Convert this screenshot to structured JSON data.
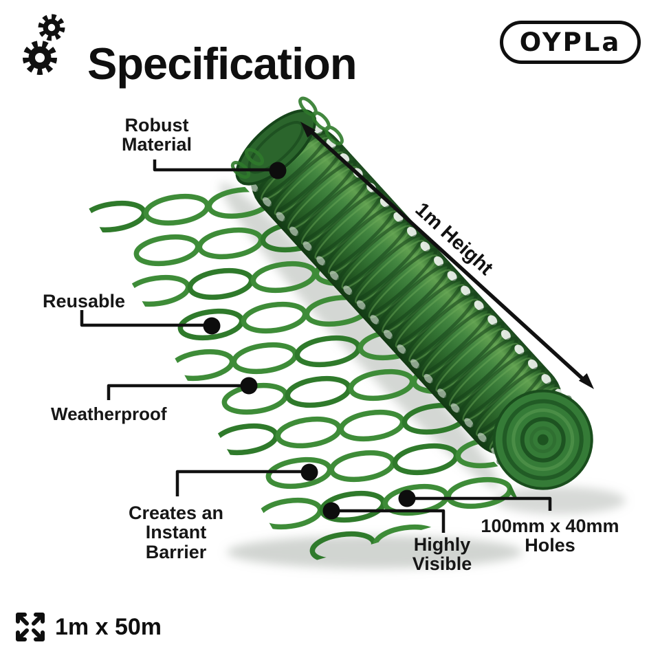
{
  "header": {
    "title": "Specification",
    "logo": "OYPLa"
  },
  "callouts": {
    "robust": [
      "Robust",
      "Material"
    ],
    "reusable": "Reusable",
    "weatherproof": "Weatherproof",
    "barrier": [
      "Creates an",
      "Instant",
      "Barrier"
    ],
    "highly": [
      "Highly",
      "Visible"
    ],
    "holes": [
      "100mm x 40mm",
      "Holes"
    ]
  },
  "dimensions": {
    "height_label": "1m Height",
    "size_label": "1m x 50m"
  },
  "icons": {
    "title_icon": "gears-icon",
    "size_icon": "expand-arrows-icon"
  },
  "colors": {
    "mesh_green": "#3e8c38",
    "mesh_green_dark": "#2f7a2b",
    "roll_green": "#357b37",
    "roll_green_dark": "#1b471d",
    "roll_rib_dark": "#143f17",
    "roll_highlight": "#6fae5b",
    "annotation_black": "#111111"
  }
}
